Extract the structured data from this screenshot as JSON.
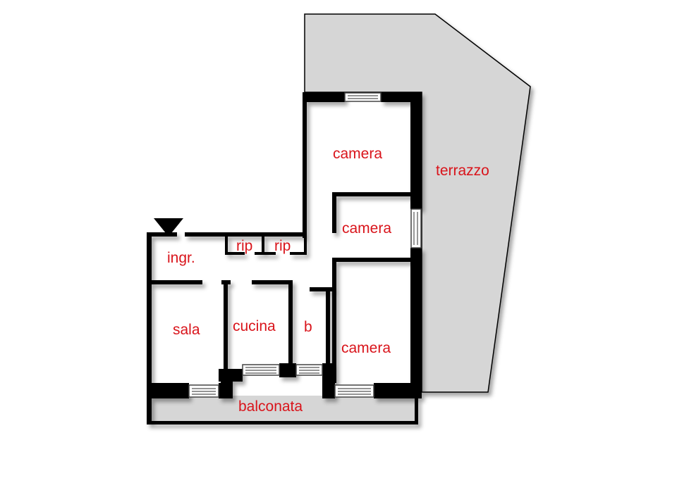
{
  "plan": {
    "rooms": {
      "terrazzo": "terrazzo",
      "camera_top": "camera",
      "camera_mid": "camera",
      "rip_1": "rip",
      "rip_2": "rip",
      "ingresso": "ingr.",
      "sala": "sala",
      "cucina": "cucina",
      "bagno": "b",
      "camera_bottom": "camera",
      "balconata": "balconata"
    },
    "colors": {
      "wall": "#000000",
      "outdoor_area": "#d6d6d6",
      "label": "#d9141b",
      "background": "#ffffff"
    },
    "symbols": [
      "entrance-triangle",
      "window"
    ]
  }
}
